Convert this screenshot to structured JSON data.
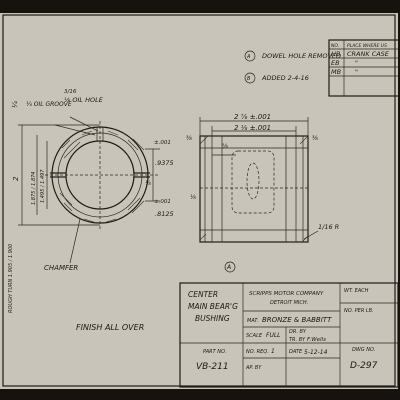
{
  "revision_notes": [
    {
      "mark": "A",
      "text": "DOWEL HOLE REMOVED"
    },
    {
      "mark": "B",
      "text": "ADDED 2-4-16"
    }
  ],
  "used_on_table": {
    "headers": [
      "NO.",
      "PLACE WHERE US"
    ],
    "rows": [
      {
        "no": "HB",
        "place": "CRANK CASE"
      },
      {
        "no": "EB",
        "place": "\""
      },
      {
        "no": "MB",
        "place": "\""
      }
    ]
  },
  "front_view": {
    "callout_oil_groove": "¼ OIL GROOVE",
    "callout_oil_groove_fraction": "3/16",
    "callout_oil_hole": "⅛ OIL HOLE",
    "callout_chamfer": "CHAMFER",
    "dim_outer": "1.875 / 1.874",
    "dim_rough": "ROUGH TURN 1.905 / 1.900",
    "dim_inner": "1.495 / 1.497",
    "dim_overall": "2",
    "dim_small_left": "¼",
    "dim_9375": ".9375",
    "dim_8125": ".8125",
    "dim_tol_top": "±.001",
    "dim_tol_bot": "±.001",
    "dim_eighth": "⅛"
  },
  "side_view": {
    "dim_overall_length": "2 ⅞ ±.001",
    "dim_inner_length": "2 ⅛ ±.001",
    "dim_left_small": "⅜",
    "dim_right_small": "⅜",
    "dim_inner_offset": "⅝",
    "dim_top_left": "⅜",
    "dim_chamfer": "1/16 R",
    "dim_side_eighth": "⅛",
    "revision_marker": "A"
  },
  "finish_note": "FINISH ALL OVER",
  "title_block": {
    "part_name": [
      "CENTER",
      "MAIN BEAR'G",
      "BUSHING"
    ],
    "company_line1": "SCRIPPS MOTOR COMPANY",
    "company_line2": "DETROIT MICH.",
    "material_label": "MAT.",
    "material_value": "BRONZE & BABBITT",
    "scale_label": "SCALE",
    "scale_value": "FULL",
    "drawn_label": "DR. BY",
    "traced_label": "TR. BY",
    "traced_value": "F.Wells",
    "part_no_label": "PART NO.",
    "part_no_value": "VB-211",
    "no_req_label": "NO. REQ.",
    "no_req_value": "1",
    "date_label": "DATE",
    "date_value": "5-12-14",
    "ap_by_label": "AP. BY",
    "weight_label": "WT. EACH",
    "no_per_lb_label": "NO. PER LB.",
    "dwg_no_label": "DWG NO.",
    "dwg_no_value": "D-297"
  }
}
